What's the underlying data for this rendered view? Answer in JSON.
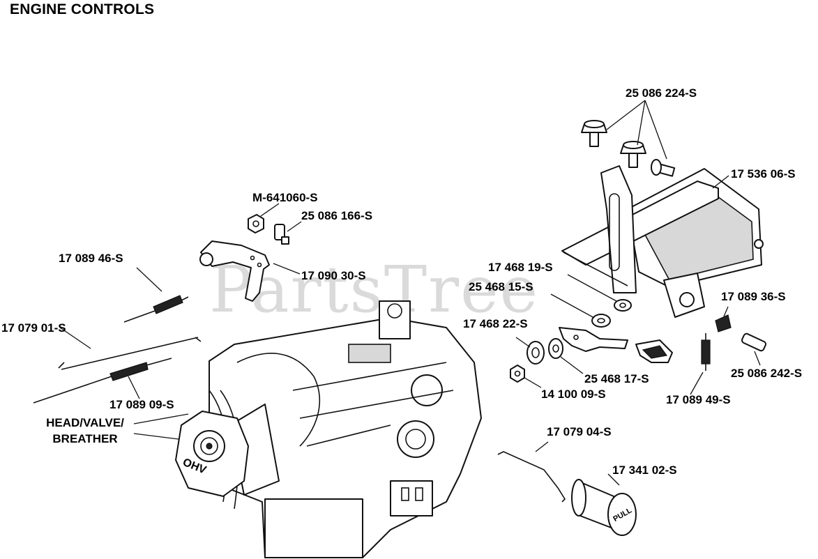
{
  "title": "ENGINE CONTROLS",
  "watermark": "PartsTree",
  "labels": {
    "l_25086224": "25 086 224-S",
    "l_17536": "17 536 06-S",
    "l_m641060": "M-641060-S",
    "l_25086166": "25 086 166-S",
    "l_1708946": "17 089 46-S",
    "l_1709030": "17 090 30-S",
    "l_1746819": "17 468 19-S",
    "l_2546815": "25 468 15-S",
    "l_1708936": "17 089 36-S",
    "l_1746822": "17 468 22-S",
    "l_1707901": "17 079 01-S",
    "l_2508624": "25 086 242-S",
    "l_2546817": "25 468 17-S",
    "l_1708909": "17 089 09-S",
    "l_1410009": "14 100 09-S",
    "l_1708949": "17 089 49-S",
    "l_head1": "HEAD/VALVE/",
    "l_head2": "BREATHER",
    "l_1707904": "17 079 04-S",
    "l_1734102": "17 341 02-S"
  },
  "engine_text": "OHV",
  "knob_text": "PULL"
}
